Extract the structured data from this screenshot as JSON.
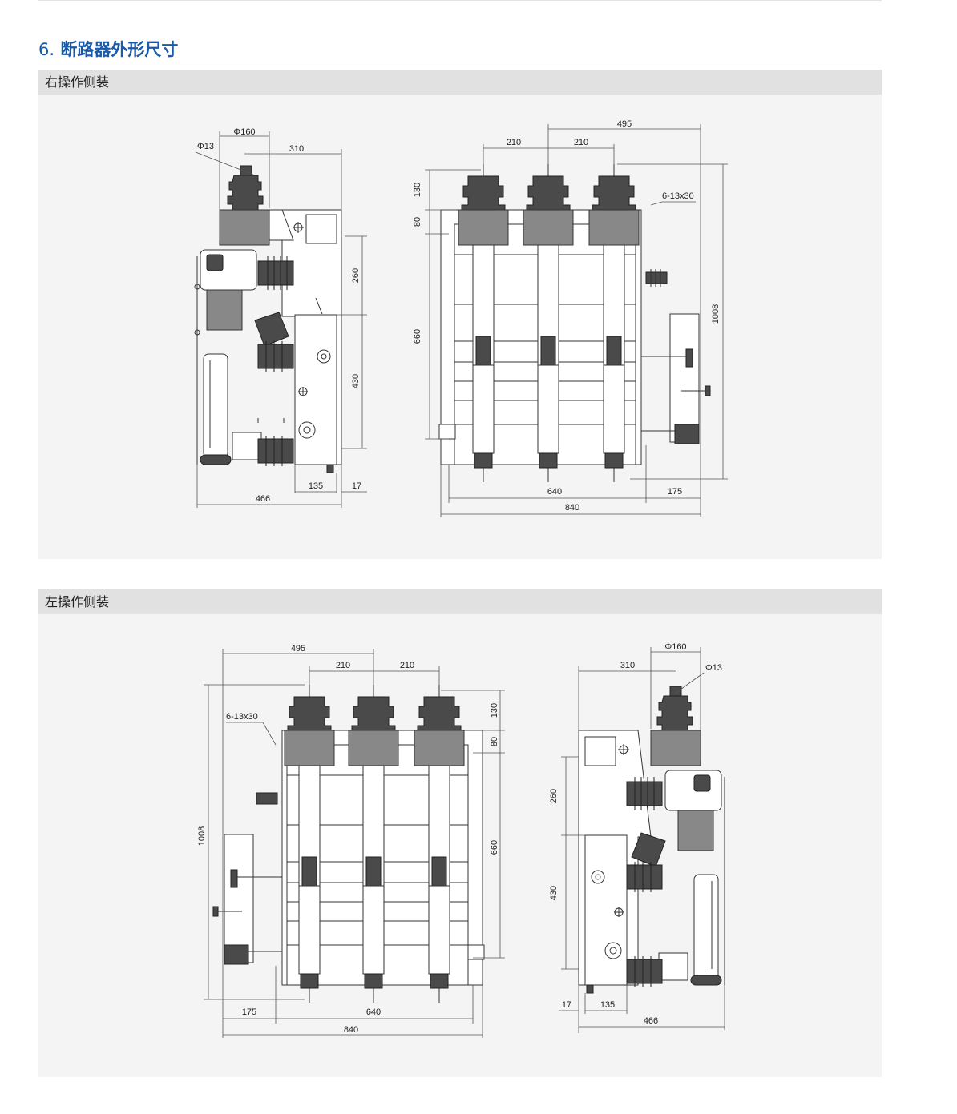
{
  "heading": {
    "number": "6.",
    "text": "断路器外形尺寸"
  },
  "sections": [
    {
      "label": "右操作侧装"
    },
    {
      "label": "左操作侧装"
    }
  ],
  "right_mount": {
    "side_view": {
      "phi160": "Φ160",
      "phi13": "Φ13",
      "w310": "310",
      "h260": "260",
      "h430": "430",
      "w135": "135",
      "w17": "17",
      "w466": "466"
    },
    "front_view": {
      "w495": "495",
      "w210a": "210",
      "w210b": "210",
      "hole": "6-13x30",
      "h130": "130",
      "h80": "80",
      "h660": "660",
      "h1008": "1008",
      "w640": "640",
      "w175": "175",
      "w840": "840"
    }
  },
  "left_mount": {
    "front_view": {
      "w495": "495",
      "w210a": "210",
      "w210b": "210",
      "hole": "6-13x30",
      "h130": "130",
      "h80": "80",
      "h660": "660",
      "h1008": "1008",
      "w175": "175",
      "w640": "640",
      "w840": "840"
    },
    "side_view": {
      "phi160": "Φ160",
      "phi13": "Φ13",
      "w310": "310",
      "h260": "260",
      "h430": "430",
      "w17": "17",
      "w135": "135",
      "w466": "466"
    }
  }
}
